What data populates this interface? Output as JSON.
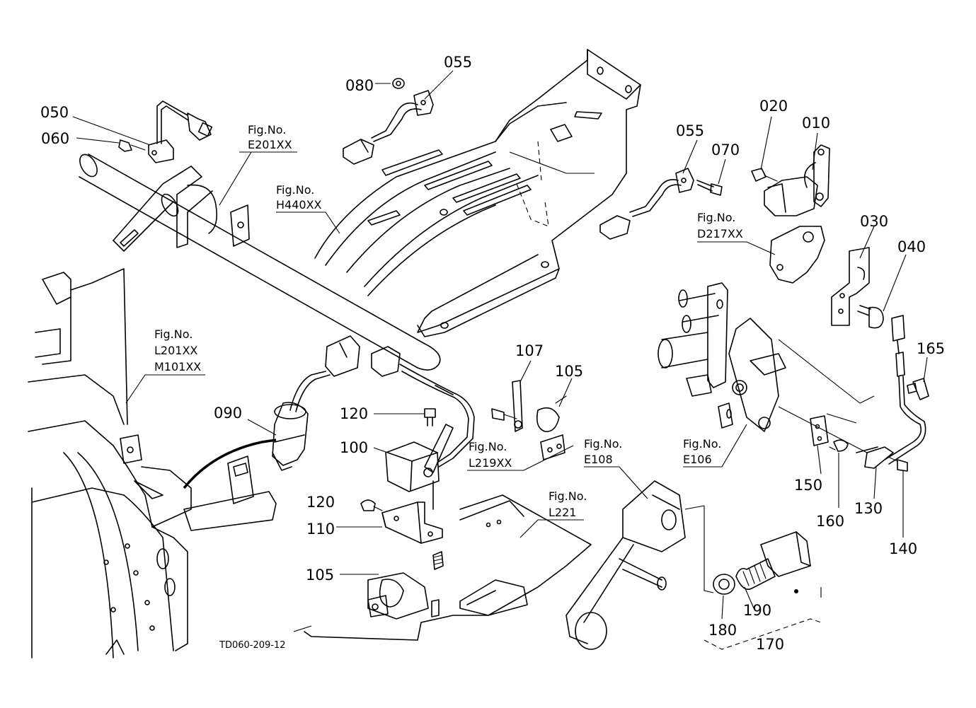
{
  "diagram_code": "TD060-209-12",
  "fig_prefix": "Fig.No.",
  "part_numbers": {
    "p010": "010",
    "p020": "020",
    "p030": "030",
    "p040": "040",
    "p050": "050",
    "p055a": "055",
    "p055b": "055",
    "p060": "060",
    "p070": "070",
    "p080": "080",
    "p090": "090",
    "p100": "100",
    "p105a": "105",
    "p105b": "105",
    "p107": "107",
    "p110": "110",
    "p120a": "120",
    "p120b": "120",
    "p130": "130",
    "p140": "140",
    "p150": "150",
    "p160": "160",
    "p165": "165",
    "p170": "170",
    "p180": "180",
    "p190": "190"
  },
  "fig_refs": {
    "e201": "E201XX",
    "h440": "H440XX",
    "d217": "D217XX",
    "l201": "L201XX",
    "m101": "M101XX",
    "l219": "L219XX",
    "e108": "E108",
    "e106": "E106",
    "l221": "L221"
  }
}
